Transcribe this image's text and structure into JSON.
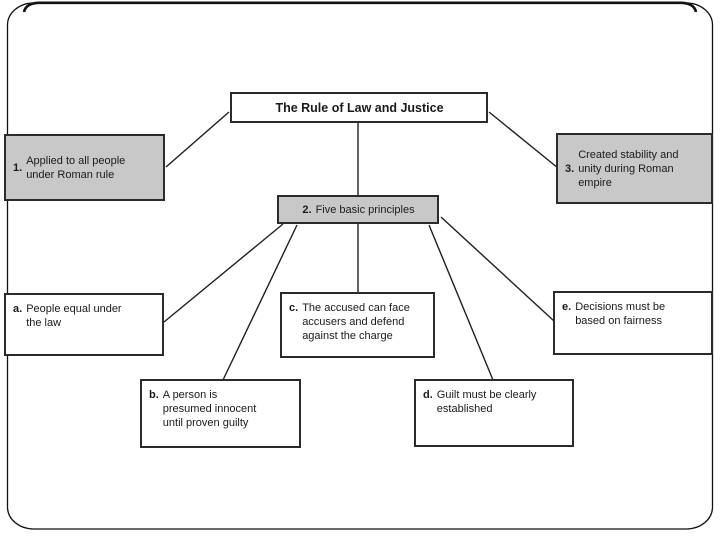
{
  "slide": {
    "title": "The Rule of Law and Justice"
  },
  "colors": {
    "box_gray": "#c8c8c8",
    "box_white": "#ffffff",
    "box_border": "#2b2b2b",
    "connector_line": "#1f1f1f",
    "frame_border": "#111111"
  },
  "nodes": {
    "root": {
      "label": "The Rule of Law and Justice"
    },
    "n1": {
      "prefix": "1.",
      "text": "Applied to all people\nunder Roman rule"
    },
    "n2": {
      "prefix": "2.",
      "text": "Five basic principles"
    },
    "n3": {
      "prefix": "3.",
      "text": "Created stability and\nunity during Roman\nempire"
    },
    "na": {
      "prefix": "a.",
      "text": "People equal under\nthe law"
    },
    "nb": {
      "prefix": "b.",
      "text": "A person is\npresumed innocent\nuntil proven guilty"
    },
    "nc": {
      "prefix": "c.",
      "text": "The accused can face\naccusers and defend\nagainst the charge"
    },
    "nd": {
      "prefix": "d.",
      "text": "Guilt must be clearly\nestablished"
    },
    "ne": {
      "prefix": "e.",
      "text": "Decisions must be\nbased on fairness"
    }
  }
}
